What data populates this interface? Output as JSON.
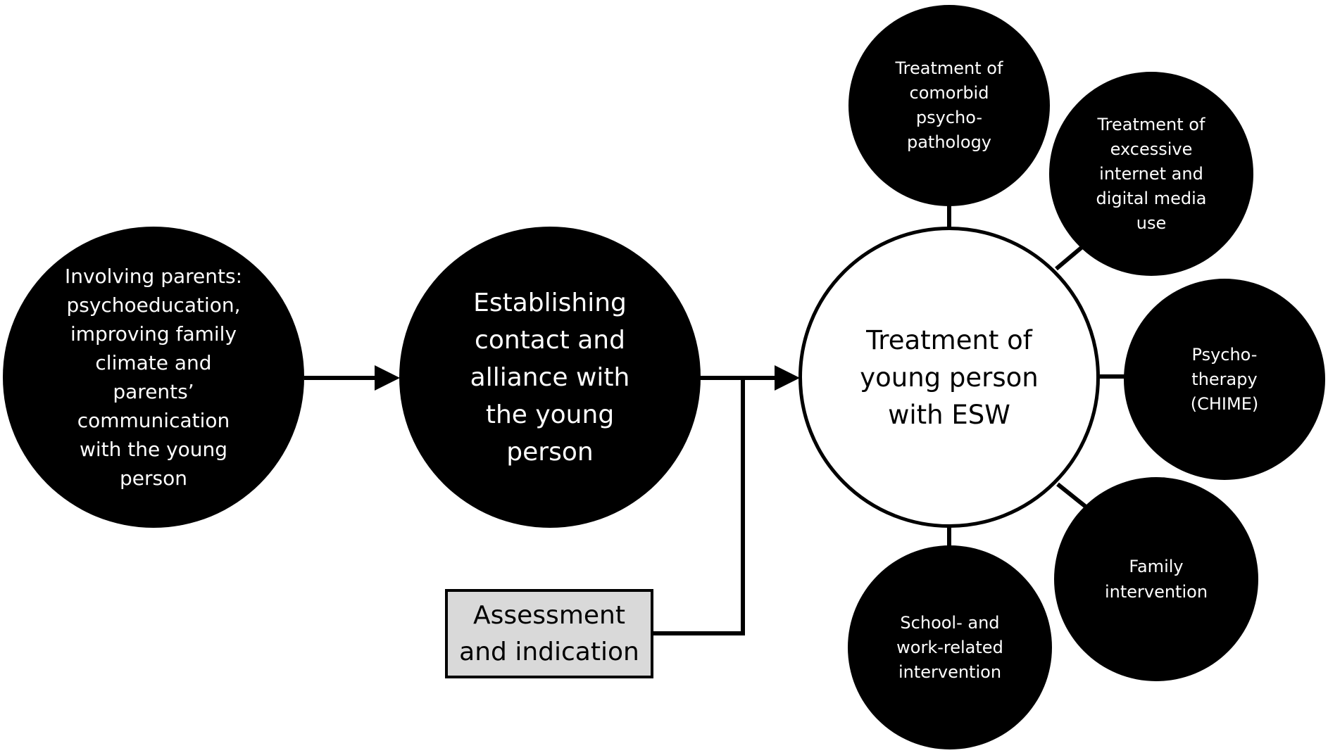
{
  "nodes": {
    "involving_parents": "Involving parents:\npsychoeducation,\nimproving family\nclimate and\nparents’\ncommunication\nwith the young\nperson",
    "establishing_contact": "Establishing\ncontact and\nalliance with\nthe young\nperson",
    "treatment_center": "Treatment of\nyoung person\nwith ESW",
    "comorbid": "Treatment of\ncomorbid\npsycho-\npathology",
    "internet_media": "Treatment of\nexcessive\ninternet and\ndigital media\nuse",
    "psychotherapy": "Psycho-\ntherapy\n(CHIME)",
    "family_intervention": "Family\nintervention",
    "school_work": "School- and\nwork-related\nintervention"
  },
  "box": {
    "assessment": "Assessment\nand indication"
  },
  "colors": {
    "node_fill": "#000000",
    "center_fill": "#ffffff",
    "box_fill": "#d9d9d9",
    "line": "#000000"
  }
}
